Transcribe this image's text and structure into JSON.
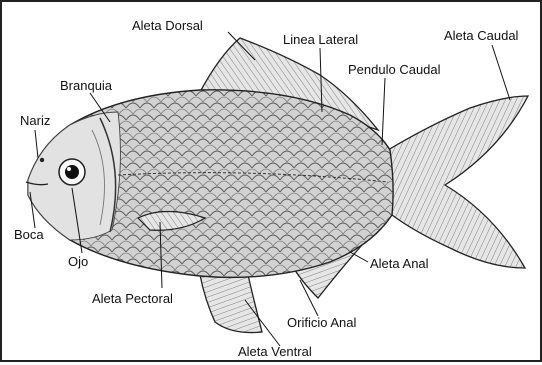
{
  "labels": {
    "aleta_dorsal": "Aleta Dorsal",
    "linea_lateral": "Linea Lateral",
    "aleta_caudal": "Aleta Caudal",
    "pendulo_caudal": "Pendulo Caudal",
    "branquia": "Branquia",
    "nariz": "Nariz",
    "boca": "Boca",
    "ojo": "Ojo",
    "aleta_pectoral": "Aleta Pectoral",
    "aleta_anal": "Aleta Anal",
    "orificio_anal": "Orificio Anal",
    "aleta_ventral": "Aleta Ventral"
  },
  "colors": {
    "ink": "#111111",
    "body_fill": "#cfcfcf",
    "fin_fill": "#e4e4e4"
  }
}
